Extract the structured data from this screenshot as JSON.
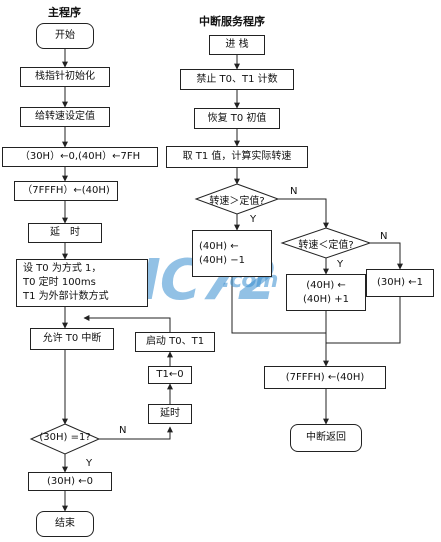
{
  "titles": {
    "main": "主程序",
    "isr": "中断服务程序"
  },
  "main_flow": {
    "start": "开始",
    "init_sp": "栈指针初始化",
    "set_speed": "给转速设定值",
    "load_regs": "（30H）←0,(40H）←7FH",
    "save_7fffh": "（7FFFH）←(40H)",
    "delay1": "延　时",
    "cfg_t0_l1": "设 T0 为方式 1，",
    "cfg_t0_l2": "T0 定时 100ms",
    "cfg_t0_l3": "T1 为外部计数方式",
    "enable_t0": "允许 T0 中断",
    "start_t0_t1": "启动 T0、T1",
    "t1_clear": "T1←0",
    "delay2": "延时",
    "cond": "(30H) =1?",
    "no": "N",
    "yes": "Y",
    "clear_30h": "(30H) ←0",
    "end": "结束"
  },
  "isr_flow": {
    "push": "进 栈",
    "disable": "禁止 T0、T1 计数",
    "restore_t0": "恢复 T0 初值",
    "calc": "取 T1 值，计算实际转速",
    "cond1": "转速＞定值?",
    "n1": "N",
    "y1": "Y",
    "dec_l1": "(40H) ←",
    "dec_l2": "(40H) −1",
    "cond2": "转速＜定值?",
    "n2": "N",
    "y2": "Y",
    "inc_l1": "(40H) ←",
    "inc_l2": "(40H) +1",
    "set_30h": "(30H) ←1",
    "save_7fffh": "(7FFFH) ←(40H)",
    "ret": "中断返回"
  },
  "watermark": {
    "brand": "IC72",
    "suffix": ".com"
  },
  "colors": {
    "line": "#222222",
    "watermark": "#3a8fd0"
  }
}
